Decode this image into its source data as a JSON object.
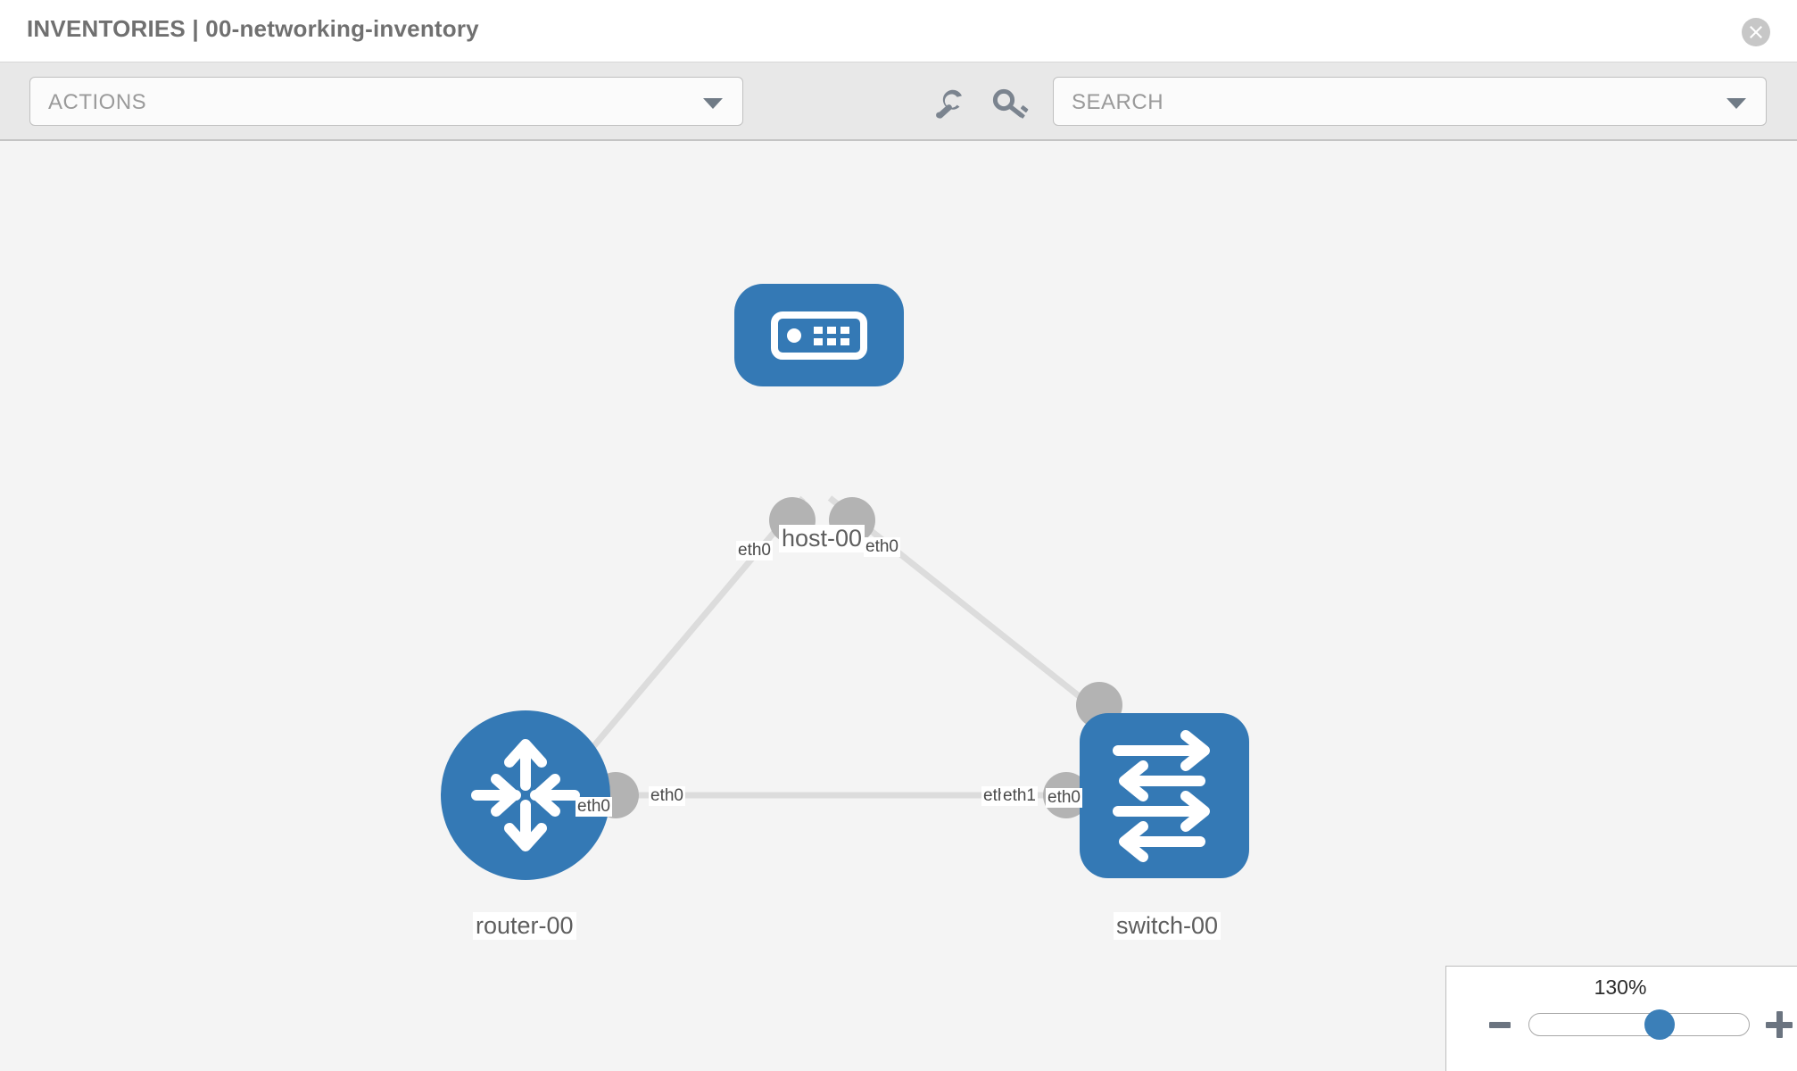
{
  "header": {
    "title": "INVENTORIES | 00-networking-inventory",
    "close_icon": "close-circle-icon"
  },
  "toolbar": {
    "actions_label": "ACTIONS",
    "actions_caret_icon": "chevron-down-icon",
    "wrench_icon": "wrench-icon",
    "key_icon": "key-icon",
    "search_placeholder": "SEARCH",
    "search_caret_icon": "chevron-down-icon"
  },
  "topology": {
    "node_color": "#3479b5",
    "endpoint_color": "#b3b3b3",
    "link_color": "#dcdcdc",
    "canvas_background": "#f4f4f4",
    "nodes": [
      {
        "id": "host-00",
        "label": "host-00",
        "type": "host",
        "icon": "server-icon"
      },
      {
        "id": "router-00",
        "label": "router-00",
        "type": "router",
        "icon": "router-arrows-icon"
      },
      {
        "id": "switch-00",
        "label": "switch-00",
        "type": "switch",
        "icon": "switch-arrows-icon"
      }
    ],
    "interface_labels": {
      "host_left": "eth0",
      "host_right": "eth0",
      "router_uplink": "eth0",
      "switch_uplink": "eth0",
      "router_lan": "eth0",
      "switch_lan_hidden": "eth0",
      "switch_lan": "eth1"
    },
    "links": [
      {
        "from": "router-00",
        "from_iface": "eth0",
        "to": "host-00",
        "to_iface": "eth0"
      },
      {
        "from": "host-00",
        "from_iface": "eth0",
        "to": "switch-00",
        "to_iface": "eth0"
      },
      {
        "from": "router-00",
        "from_iface": "eth0",
        "to": "switch-00",
        "to_iface": "eth1"
      }
    ]
  },
  "zoom_control": {
    "value": "130%",
    "minus_icon": "minus-icon",
    "plus_icon": "plus-icon",
    "slider_percent": 60
  }
}
